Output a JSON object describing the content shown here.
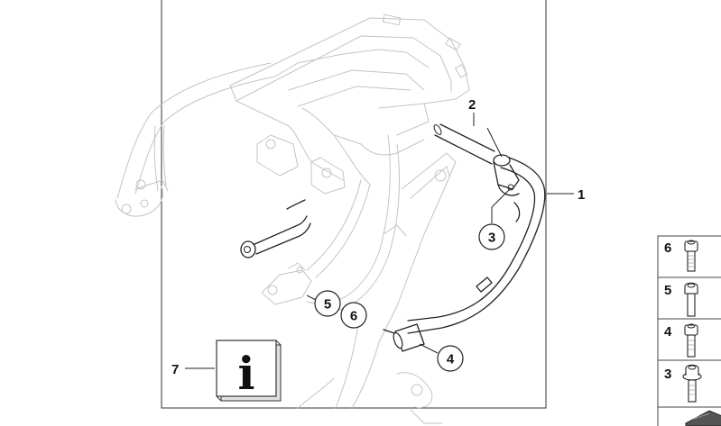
{
  "callouts": {
    "part_1": "1",
    "part_2": "2",
    "part_3": "3",
    "part_4": "4",
    "part_5": "5",
    "part_6": "6",
    "part_7": "7"
  },
  "info_symbol": "i",
  "fastener_legend": [
    {
      "number": "6",
      "type": "hex socket cap screw"
    },
    {
      "number": "5",
      "type": "hex socket cap screw"
    },
    {
      "number": "4",
      "type": "hex socket cap screw"
    },
    {
      "number": "3",
      "type": "flanged hex socket screw"
    }
  ],
  "colors": {
    "line": "#222222",
    "ghost": "#c4c4c4",
    "frame": "#333333"
  }
}
